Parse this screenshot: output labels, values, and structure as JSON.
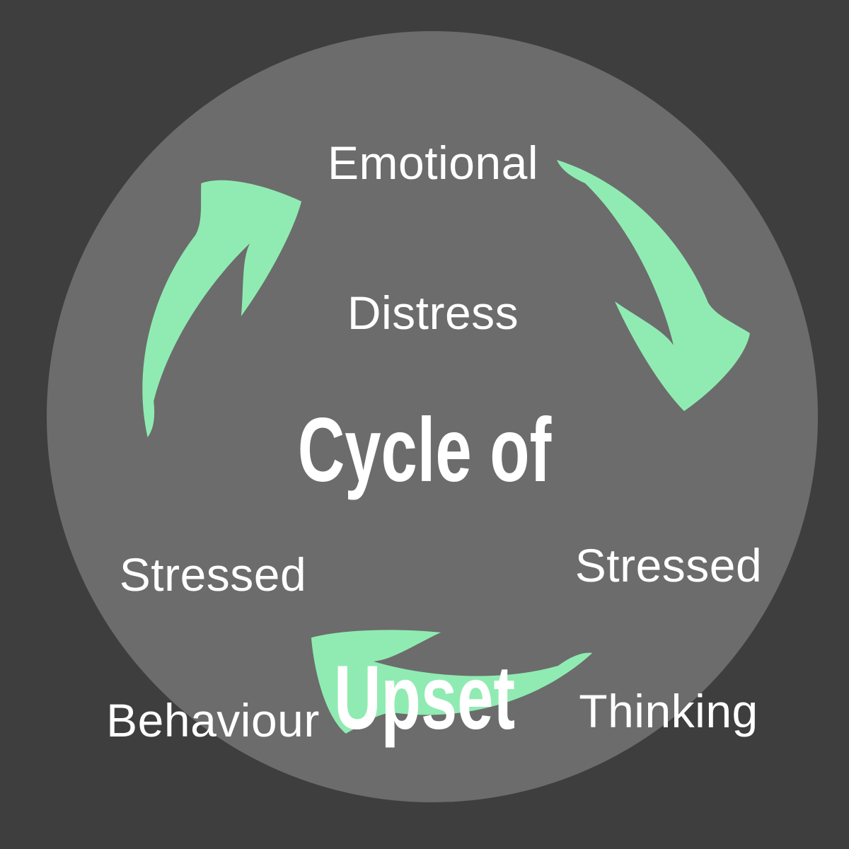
{
  "diagram": {
    "title": {
      "line1": "Cycle of",
      "line2": "Upset"
    },
    "nodes": [
      {
        "id": "emotional-distress",
        "line1": "Emotional",
        "line2": "Distress",
        "position": "top"
      },
      {
        "id": "stressed-thinking",
        "line1": "Stressed",
        "line2": "Thinking",
        "position": "right"
      },
      {
        "id": "stressed-behaviour",
        "line1": "Stressed",
        "line2": "Behaviour",
        "position": "left"
      }
    ],
    "arrows": [
      {
        "id": "arrow-distress-to-thinking",
        "from": "Emotional Distress",
        "to": "Stressed Thinking"
      },
      {
        "id": "arrow-thinking-to-behaviour",
        "from": "Stressed Thinking",
        "to": "Stressed Behaviour"
      },
      {
        "id": "arrow-behaviour-to-distress",
        "from": "Stressed Behaviour",
        "to": "Emotional Distress"
      }
    ],
    "colors": {
      "background": "#3E3E3E",
      "circle": "#6C6C6C",
      "arrow": "#90EBB2",
      "text": "#FFFFFF"
    }
  }
}
